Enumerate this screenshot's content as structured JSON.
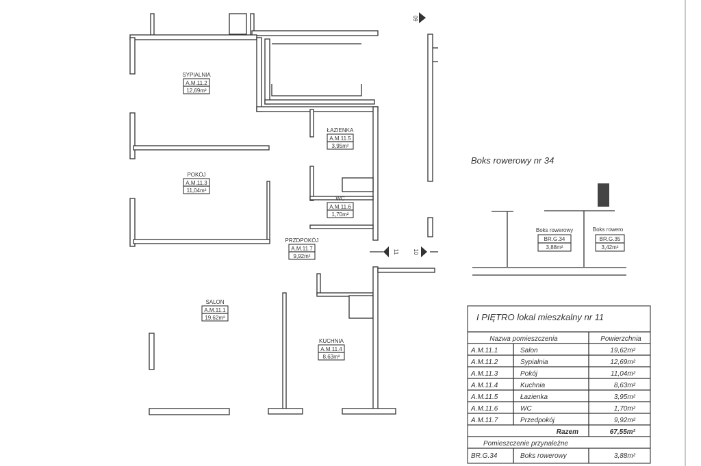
{
  "rooms": [
    {
      "name": "SYPIALNIA",
      "code": "A.M.11.2",
      "area": "12,69m²"
    },
    {
      "name": "POKÓJ",
      "code": "A.M.11.3",
      "area": "11,04m²"
    },
    {
      "name": "ŁAZIENKA",
      "code": "A.M.11.5",
      "area": "3,95m²"
    },
    {
      "name": "WC",
      "code": "A.M.11.6",
      "area": "1,70m²"
    },
    {
      "name": "PRZDPOKÓJ",
      "code": "A.M.11.7",
      "area": "9,92m²"
    },
    {
      "name": "SALON",
      "code": "A.M.11.1",
      "area": "19,62m²"
    },
    {
      "name": "KUCHNIA",
      "code": "A.M.11.4",
      "area": "8,63m²"
    }
  ],
  "section_markers": [
    "09",
    "11",
    "10"
  ],
  "bike": {
    "title": "Boks rowerowy nr 34",
    "boxes": [
      {
        "name": "Boks rowerowy",
        "code": "BR.G.34",
        "area": "3,88m²"
      },
      {
        "name": "Boks rowero",
        "code": "BR.G.35",
        "area": "3,42m²"
      }
    ]
  },
  "table": {
    "title": "I PIĘTRO lokal mieszkalny nr 11",
    "header_name": "Nazwa pomieszczenia",
    "header_area": "Powierzchnia",
    "rows": [
      {
        "code": "A.M.11.1",
        "name": "Salon",
        "area": "19,62m²"
      },
      {
        "code": "A.M.11.2",
        "name": "Sypialnia",
        "area": "12,69m²"
      },
      {
        "code": "A.M.11.3",
        "name": "Pokój",
        "area": "11,04m²"
      },
      {
        "code": "A.M.11.4",
        "name": "Kuchnia",
        "area": "8,63m²"
      },
      {
        "code": "A.M.11.5",
        "name": "Łazienka",
        "area": "3,95m²"
      },
      {
        "code": "A.M.11.6",
        "name": "WC",
        "area": "1,70m²"
      },
      {
        "code": "A.M.11.7",
        "name": "Przedpokój",
        "area": "9,92m²"
      }
    ],
    "total_label": "Razem",
    "total_value": "67,55m²",
    "ancillary_label": "Pomieszczenie przynależne",
    "ancillary": {
      "code": "BR.G.34",
      "name": "Boks rowerowy",
      "area": "3,88m²"
    }
  }
}
